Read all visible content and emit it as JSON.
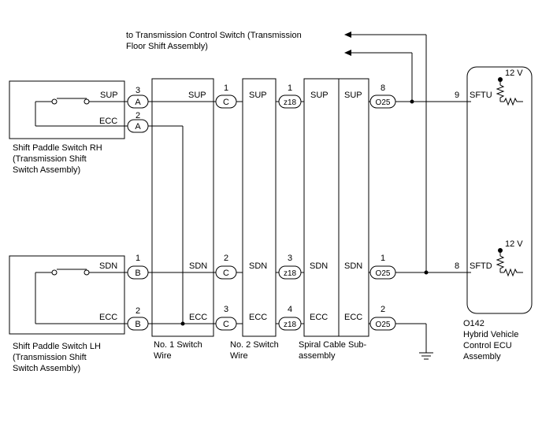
{
  "note": {
    "line1": "to Transmission Control Switch (Transmission",
    "line2": "Floor Shift Assembly)"
  },
  "rh_switch": {
    "name1": "Shift Paddle Switch RH",
    "name2": "(Transmission Shift",
    "name3": "Switch Assembly)",
    "sup_label": "SUP",
    "ecc_label": "ECC",
    "sup_pin": "3",
    "ecc_pin": "2",
    "connector": "A"
  },
  "lh_switch": {
    "name1": "Shift Paddle Switch LH",
    "name2": "(Transmission Shift",
    "name3": "Switch Assembly)",
    "sdn_label": "SDN",
    "ecc_label": "ECC",
    "sdn_pin": "1",
    "ecc_pin": "2",
    "connector": "B"
  },
  "wire1": {
    "name1": "No. 1 Switch",
    "name2": "Wire",
    "sup": "SUP",
    "sdn": "SDN",
    "ecc": "ECC"
  },
  "wire2": {
    "name1": "No. 2 Switch",
    "name2": "Wire",
    "connector": "C",
    "sup_pin": "1",
    "sdn_pin": "2",
    "ecc_pin": "3",
    "sup": "SUP",
    "sdn": "SDN",
    "ecc": "ECC"
  },
  "spiral": {
    "name1": "Spiral Cable Sub-",
    "name2": "assembly",
    "connector": "z18",
    "sup_pin": "1",
    "sdn_pin": "3",
    "ecc_pin": "4",
    "sup": "SUP",
    "sdn": "SDN",
    "ecc": "ECC"
  },
  "o25": {
    "connector": "O25",
    "sup_pin": "8",
    "sdn_pin": "1",
    "ecc_pin": "2"
  },
  "ecu": {
    "name1": "O142",
    "name2": "Hybrid Vehicle",
    "name3": "Control ECU",
    "name4": "Assembly",
    "sftu_pin": "9",
    "sftd_pin": "8",
    "sftu": "SFTU",
    "sftd": "SFTD",
    "v_top": "12 V",
    "v_bottom": "12 V"
  }
}
